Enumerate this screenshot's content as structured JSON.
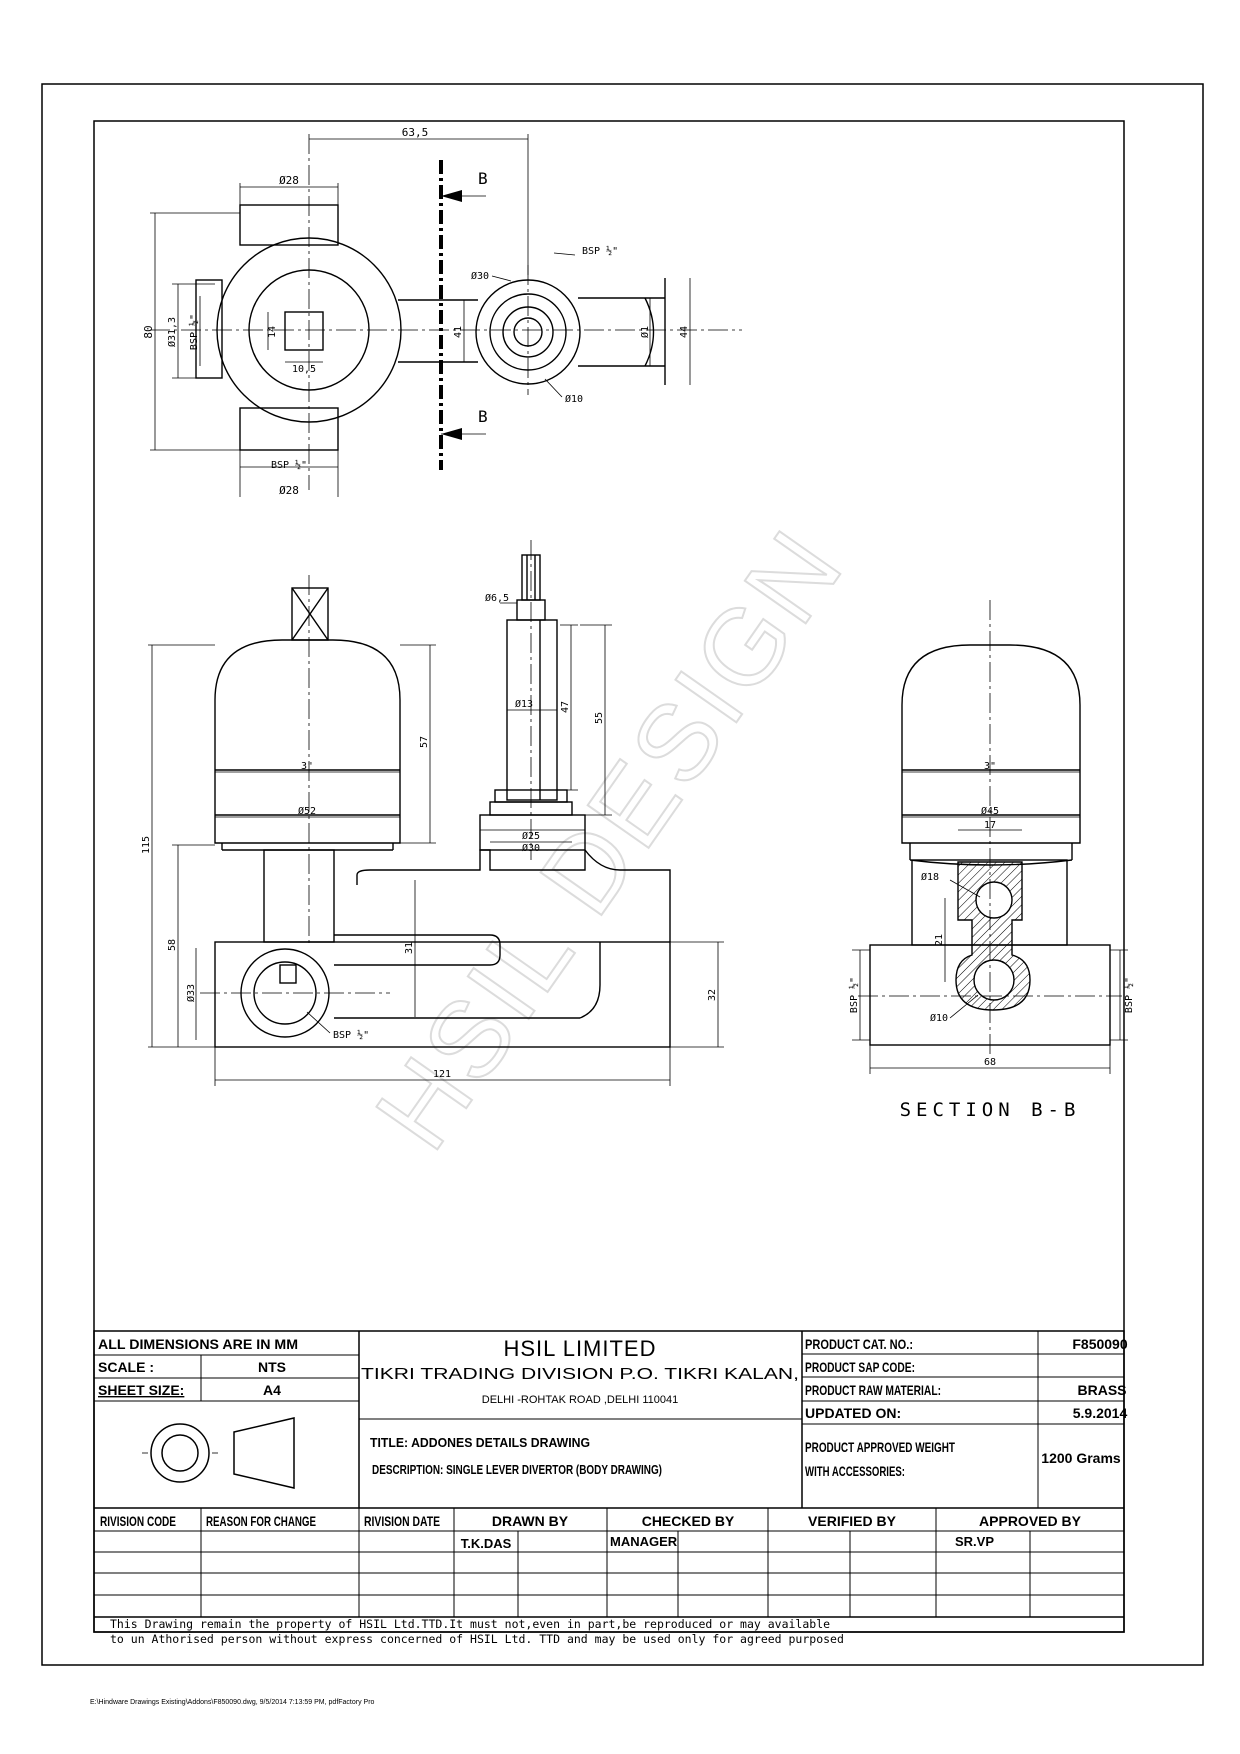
{
  "watermark": "HSIL DESIGN",
  "dims_top": {
    "width_63_5": "63,5",
    "dia28_top": "Ø28",
    "dia28_bottom": "Ø28",
    "height_80": "80",
    "dia31": "Ø31,3",
    "bsp_left": "BSP ½\"",
    "bsp_bottom": "BSP ½\"",
    "hex_14": "14",
    "hex_10_5": "10,5",
    "bsp_top_right": "BSP ½\"",
    "dia30": "Ø30",
    "dia10": "Ø10",
    "dim_41": "41",
    "dim_d1": "Ø1",
    "dim_44": "44",
    "section_mark_top": "B",
    "section_mark_bottom": "B"
  },
  "dims_front": {
    "dia6_5": "Ø6,5",
    "dia13": "Ø13",
    "dim_47": "47",
    "dim_55": "55",
    "dim_57": "57",
    "dim_115": "115",
    "dim_dia3_inner": "3\"",
    "dim_dia52": "Ø52",
    "dia25": "Ø25",
    "dia30": "Ø30",
    "dim_58": "58",
    "dim_31": "31",
    "dim_32": "32",
    "dia33": "Ø33",
    "bsp": "BSP ½\"",
    "dim_121": "121"
  },
  "dims_section": {
    "dim_inner": "3\"",
    "dia45": "Ø45",
    "dim_17": "17",
    "dia18": "Ø18",
    "dim_21": "21",
    "bsp_left": "BSP ½\"",
    "bsp_right": "BSP ½\"",
    "dia10": "Ø10",
    "dim_68": "68",
    "title": "SECTION B-B"
  },
  "title_block": {
    "all_dims": "ALL DIMENSIONS ARE IN MM",
    "scale_label": "SCALE :",
    "scale_value": "NTS",
    "sheet_label": "SHEET SIZE:",
    "sheet_value": "A4",
    "company": "HSIL LIMITED",
    "division": "TIKRI TRADING DIVISION  P.O. TIKRI KALAN,",
    "address": "DELHI -ROHTAK ROAD ,DELHI 110041",
    "title": "TITLE: ADDONES DETAILS DRAWING",
    "description": "DESCRIPTION: SINGLE LEVER DIVERTOR (BODY DRAWING)",
    "cat_label": "PRODUCT CAT. NO.:",
    "cat_value": "F850090",
    "sap_label": "PRODUCT SAP CODE:",
    "sap_value": "",
    "raw_label": "PRODUCT RAW MATERIAL:",
    "raw_value": "BRASS",
    "updated_label": "UPDATED ON:",
    "updated_value": "5.9.2014",
    "weight_label_1": "PRODUCT APPROVED WEIGHT",
    "weight_label_2": "WITH ACCESSORIES:",
    "weight_value": "1200 Grams",
    "rev_code": "RIVISION CODE",
    "reason": "REASON FOR CHANGE",
    "rev_date": "RIVISION DATE",
    "drawn_by": "DRAWN BY",
    "checked_by": "CHECKED BY",
    "verified_by": "VERIFIED BY",
    "approved_by": "APPROVED BY",
    "drawn_name": "T.K.DAS",
    "checked_name": "MANAGER",
    "approved_name": "SR.VP"
  },
  "disclaimer_1": "This Drawing remain the property of HSIL Ltd.TTD.It must not,even in part,be reproduced or may available",
  "disclaimer_2": "to un Athorised person without express concerned of HSIL Ltd. TTD and may be used only for agreed purposed",
  "footer_path": "E:\\Hindware Drawings Existing\\Addons\\F850090.dwg, 9/5/2014 7:13:59 PM, pdfFactory Pro"
}
